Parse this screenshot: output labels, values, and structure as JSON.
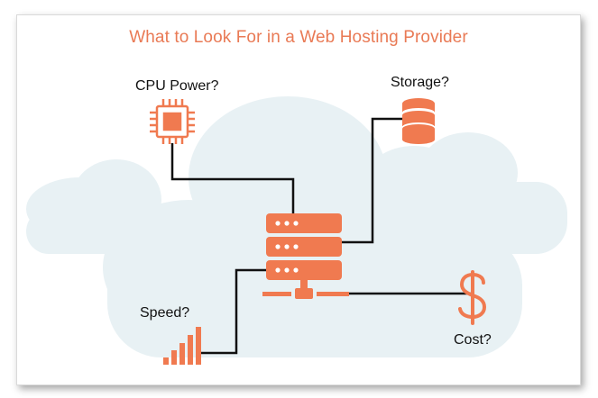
{
  "title": "What to Look For in a Web Hosting Provider",
  "labels": {
    "cpu": "CPU Power?",
    "storage": "Storage?",
    "speed": "Speed?",
    "cost": "Cost?"
  },
  "icons": {
    "cpu": "cpu-chip-icon",
    "storage": "database-icon",
    "server": "server-rack-icon",
    "network": "network-node-icon",
    "speed": "signal-bars-icon",
    "cost": "dollar-icon"
  },
  "colors": {
    "accent": "#F07A50",
    "title": "#E97A55",
    "cloud": "#E8F1F4",
    "connector": "#111111"
  }
}
